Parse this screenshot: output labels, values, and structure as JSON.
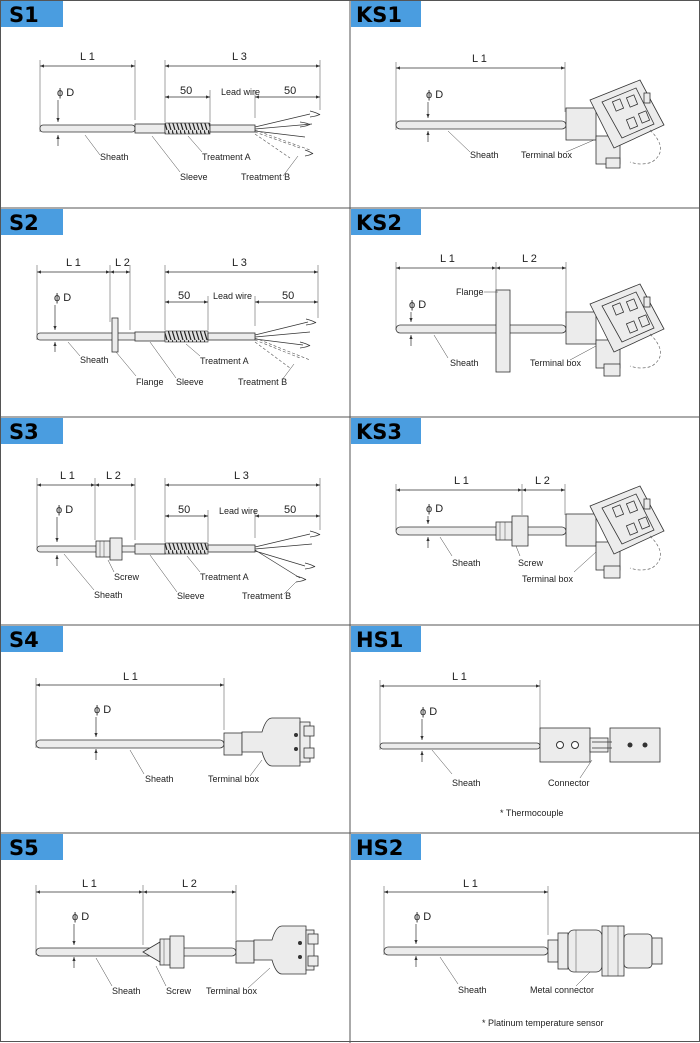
{
  "panels": [
    {
      "id": "S1",
      "labels": {
        "l1": "L 1",
        "l3": "L 3",
        "d": "ϕ D",
        "w50a": "50",
        "w50b": "50",
        "lead": "Lead wire",
        "sheath": "Sheath",
        "sleeve": "Sleeve",
        "trA": "Treatment A",
        "trB": "Treatment B"
      }
    },
    {
      "id": "KS1",
      "labels": {
        "l1": "L 1",
        "d": "ϕ D",
        "sheath": "Sheath",
        "tbox": "Terminal box"
      }
    },
    {
      "id": "S2",
      "labels": {
        "l1": "L 1",
        "l2": "L 2",
        "l3": "L 3",
        "d": "ϕ D",
        "w50a": "50",
        "w50b": "50",
        "lead": "Lead wire",
        "sheath": "Sheath",
        "flange": "Flange",
        "sleeve": "Sleeve",
        "trA": "Treatment A",
        "trB": "Treatment B"
      }
    },
    {
      "id": "KS2",
      "labels": {
        "l1": "L 1",
        "l2": "L 2",
        "d": "ϕ D",
        "flange": "Flange",
        "sheath": "Sheath",
        "tbox": "Terminal box"
      }
    },
    {
      "id": "S3",
      "labels": {
        "l1": "L 1",
        "l2": "L 2",
        "l3": "L 3",
        "d": "ϕ D",
        "w50a": "50",
        "w50b": "50",
        "lead": "Lead wire",
        "screw": "Screw",
        "sheath": "Sheath",
        "sleeve": "Sleeve",
        "trA": "Treatment A",
        "trB": "Treatment B"
      }
    },
    {
      "id": "KS3",
      "labels": {
        "l1": "L 1",
        "l2": "L 2",
        "d": "ϕ D",
        "sheath": "Sheath",
        "screw": "Screw",
        "tbox": "Terminal box"
      }
    },
    {
      "id": "S4",
      "labels": {
        "l1": "L 1",
        "d": "ϕ D",
        "sheath": "Sheath",
        "tbox": "Terminal box"
      }
    },
    {
      "id": "HS1",
      "labels": {
        "l1": "L 1",
        "d": "ϕ D",
        "sheath": "Sheath",
        "connector": "Connector",
        "note": "* Thermocouple"
      }
    },
    {
      "id": "S5",
      "labels": {
        "l1": "L 1",
        "l2": "L 2",
        "d": "ϕ D",
        "sheath": "Sheath",
        "screw": "Screw",
        "tbox": "Terminal box"
      }
    },
    {
      "id": "HS2",
      "labels": {
        "l1": "L 1",
        "d": "ϕ D",
        "sheath": "Sheath",
        "mconn": "Metal connector",
        "note": "* Platinum temperature sensor"
      }
    }
  ]
}
